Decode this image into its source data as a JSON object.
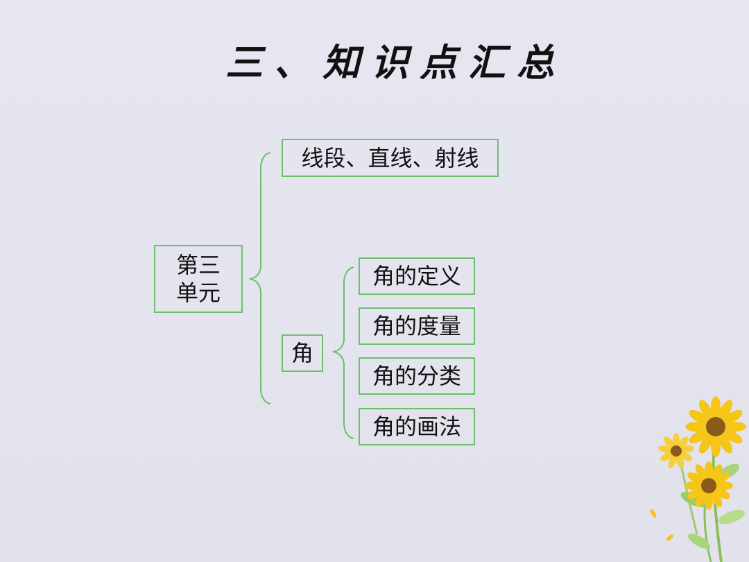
{
  "title": "三、知识点汇总",
  "root": {
    "line1": "第三",
    "line2": "单元"
  },
  "branches": [
    {
      "label": "线段、直线、射线"
    },
    {
      "label": "角",
      "children": [
        "角的定义",
        "角的度量",
        "角的分类",
        "角的画法"
      ]
    }
  ],
  "colors": {
    "border": "#6cbf6c",
    "background": "#e4e4ee"
  }
}
